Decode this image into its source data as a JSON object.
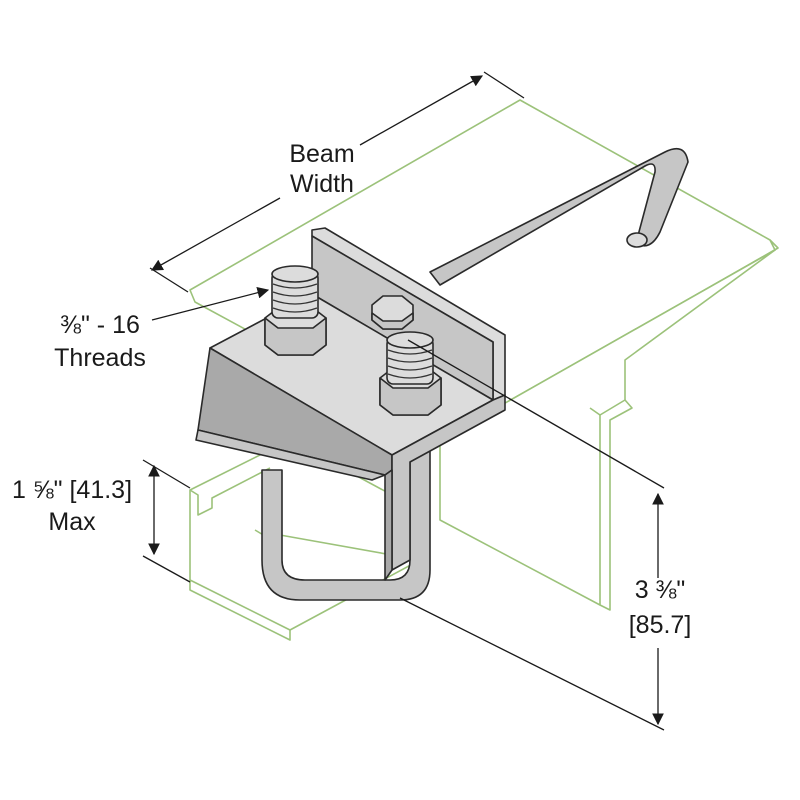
{
  "labels": {
    "beam_width_line1": "Beam",
    "beam_width_line2": "Width",
    "threads_line1": "⅜\" - 16",
    "threads_line2": "Threads",
    "strut_height_line1": "1 ⅝\" [41.3]",
    "strut_height_line2": "Max",
    "clamp_height_line1": "3 ⅜\"",
    "clamp_height_line2": "[85.7]"
  },
  "colors": {
    "beam_outline": "#9cc27a",
    "metal": "#c6c6c6",
    "ink": "#1a1a1a"
  }
}
